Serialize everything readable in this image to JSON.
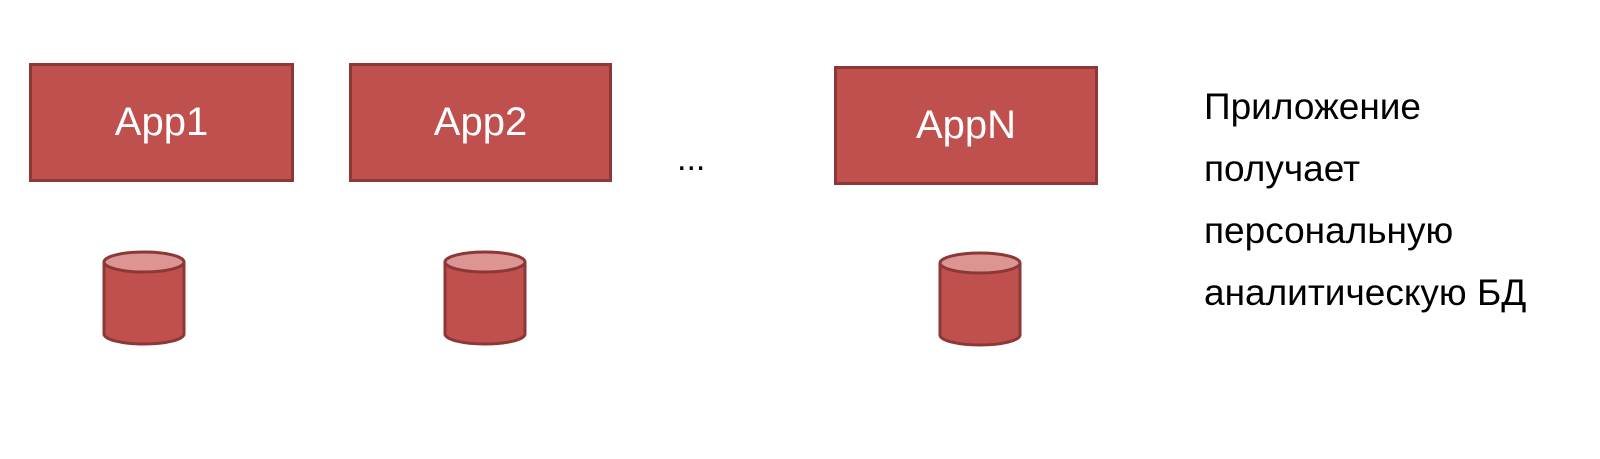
{
  "apps": [
    {
      "label": "App1"
    },
    {
      "label": "App2"
    },
    {
      "label": "AppN"
    }
  ],
  "ellipsis": "...",
  "caption_lines": [
    "Приложение",
    "получает",
    "персональную",
    "аналитическую БД"
  ],
  "colors": {
    "box_fill": "#c0504d",
    "box_border": "#8c3836",
    "db_top": "#dc9593"
  }
}
